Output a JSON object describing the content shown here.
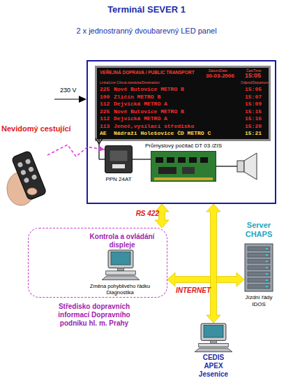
{
  "diagram": {
    "title": "Terminál SEVER 1",
    "nodes": [
      {
        "text": [
          "2 x jednostranný dvoubarevný LED panel"
        ]
      },
      {
        "text": [
          "VEŘEJNÁ DOPRAVA / PUBLIC TRANSPORT",
          "Datum/Date",
          "Čas/Time",
          "30-03-2006",
          "15:05",
          "Linka/Line",
          "Cílová zastávka/Destination",
          "Odjezd/Departure",
          "225",
          "Nové Butovice METRO B",
          "15:05",
          "100",
          "Zličín METRO B",
          "15:07",
          "112",
          "Dejvická METRO A",
          "15:09",
          "225",
          "Nové Butovice METRO B",
          "15:15",
          "112",
          "Dejvická METRO A",
          "15:16",
          "113",
          "Jeneč,vysílací středisko",
          "15:20",
          "AE",
          "Nádraží Holešovice ČD METRO C",
          "15:21"
        ],
        "in": 0
      },
      {
        "text": [
          "Nevidomý cestující"
        ]
      },
      {
        "text": [
          "PPN 24AT"
        ],
        "in": 0
      },
      {
        "text": [
          "Průmyslový počítač DT 03 /ZIS"
        ],
        "in": 0
      },
      {
        "text": [
          "Server CHAPS",
          "Jízdní řády IDOS"
        ]
      },
      {
        "text": [
          "Kontrola a ovládání displeje",
          "Změna pohyblivého řádku Diagnostika",
          "Středisko dopravních informací Dopravního podniku hl. m. Prahy"
        ]
      },
      {
        "text": [
          "CEDIS APEX Jesenice"
        ]
      }
    ],
    "edges": [
      {
        "from": 2,
        "to": 3,
        "arrow": "to"
      },
      {
        "from": 0,
        "to": 6,
        "label": "RS 422",
        "arrow": "both"
      },
      {
        "from": 6,
        "to": 5,
        "label": "INTERNET",
        "arrow": "both"
      },
      {
        "from": 0,
        "to": 7,
        "arrow": "both"
      },
      {
        "from": 3,
        "to": 4,
        "arrow": "none"
      }
    ],
    "labels": [
      "230 V"
    ]
  }
}
